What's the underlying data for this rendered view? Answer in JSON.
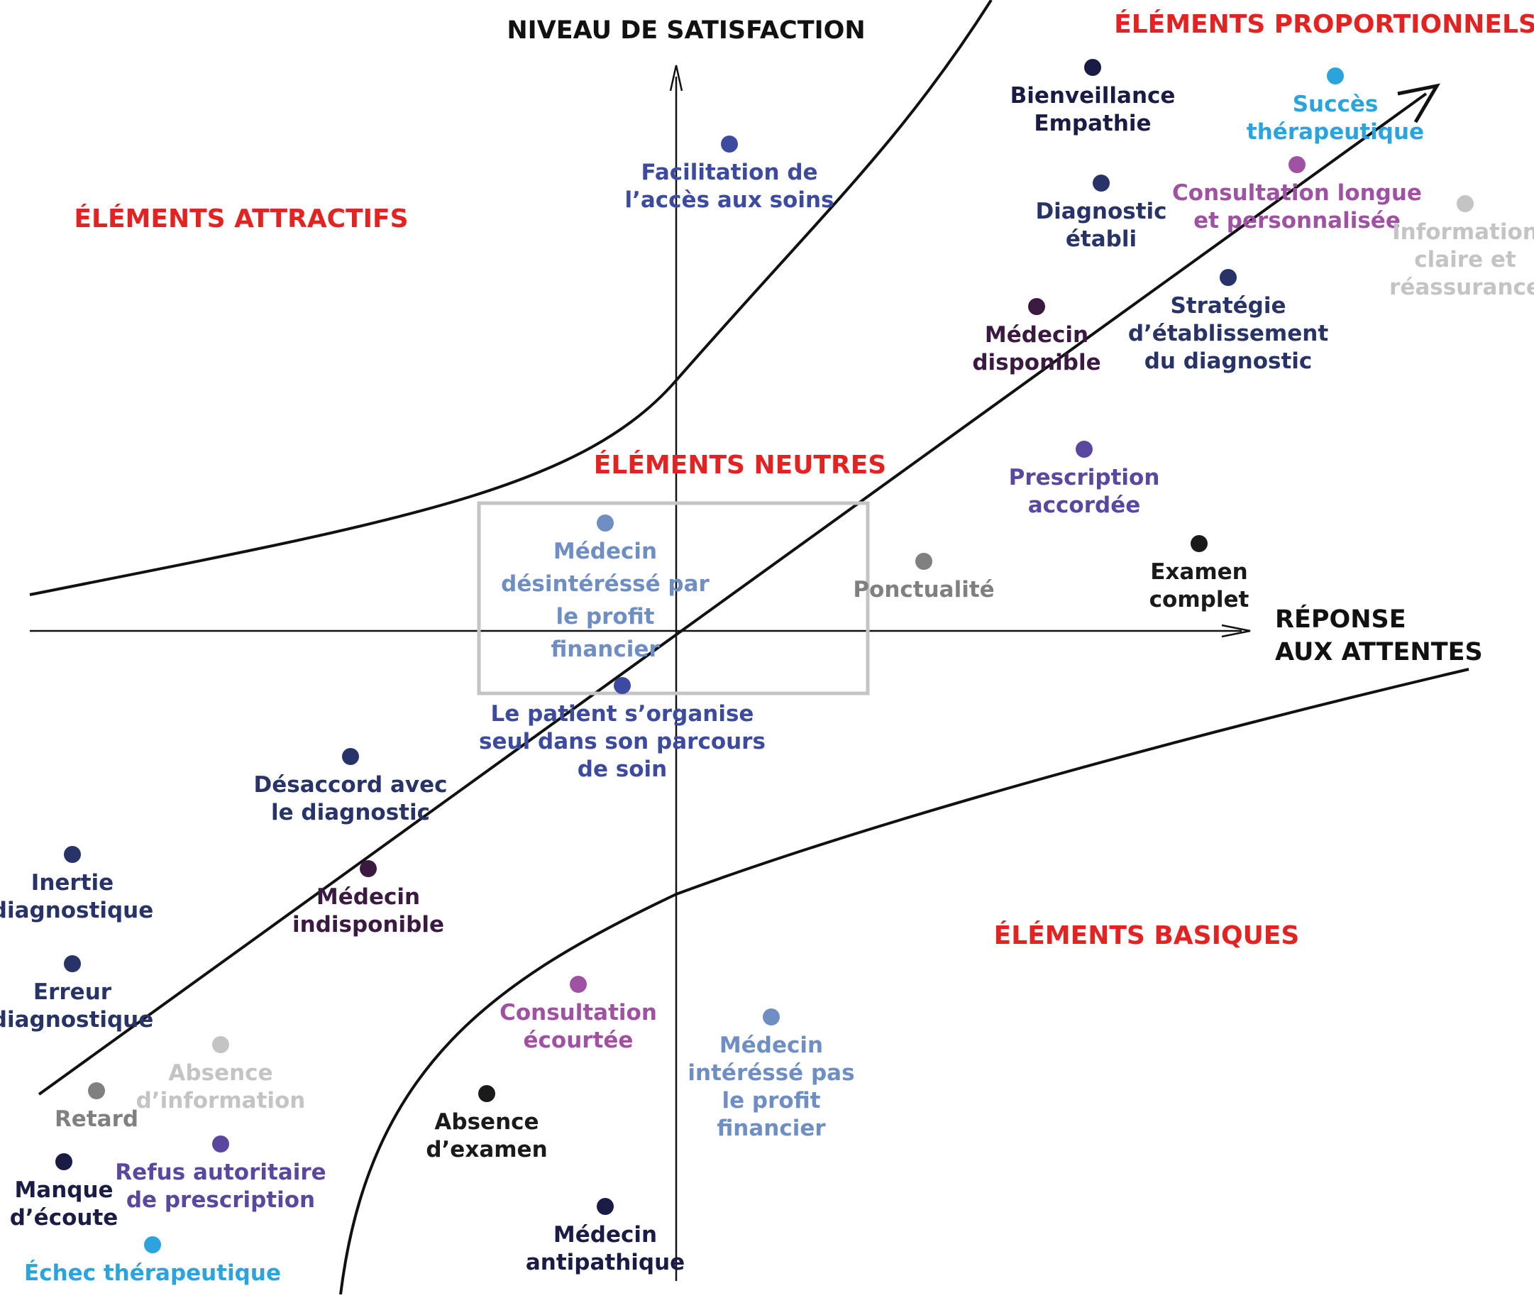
{
  "axes": {
    "y_title": "NIVEAU DE SATISFACTION",
    "x_title": [
      "RÉPONSE",
      "AUX ATTENTES"
    ]
  },
  "zones": {
    "color": "#e32222",
    "attractifs": "ÉLÉMENTS ATTRACTIFS",
    "proportionnels": "ÉLÉMENTS PROPORTIONNELS",
    "neutres": "ÉLÉMENTS NEUTRES",
    "basiques": "ÉLÉMENTS BASIQUES"
  },
  "colors": {
    "curve": "#111111",
    "axis": "#111111",
    "neutral_box": "#c4c4c4"
  },
  "points": [
    {
      "id": "facilitation",
      "lines": [
        "Facilitation de",
        "l’accès aux soins"
      ],
      "color": "#3c4aa0"
    },
    {
      "id": "bienveillance",
      "lines": [
        "Bienveillance",
        "Empathie"
      ],
      "color": "#1b1c45"
    },
    {
      "id": "succes",
      "lines": [
        "Succès",
        "thérapeutique"
      ],
      "color": "#2ba3dc"
    },
    {
      "id": "diagnostic-etabli",
      "lines": [
        "Diagnostic",
        "établi"
      ],
      "color": "#283468"
    },
    {
      "id": "consultation-longue",
      "lines": [
        "Consultation longue",
        "et personnalisée"
      ],
      "color": "#a052a2"
    },
    {
      "id": "information-claire",
      "lines": [
        "Information",
        "claire et",
        "réassurance"
      ],
      "color": "#c4c4c4"
    },
    {
      "id": "medecin-disponible",
      "lines": [
        "Médecin",
        "disponible"
      ],
      "color": "#3a1a40"
    },
    {
      "id": "strategie",
      "lines": [
        "Stratégie",
        "d’établissement",
        "du diagnostic"
      ],
      "color": "#283468"
    },
    {
      "id": "prescription-accordee",
      "lines": [
        "Prescription",
        "accordée"
      ],
      "color": "#5a48a0"
    },
    {
      "id": "examen-complet",
      "lines": [
        "Examen",
        "complet"
      ],
      "color": "#1a1a1a"
    },
    {
      "id": "ponctualite",
      "lines": [
        "Ponctualité"
      ],
      "color": "#808080"
    },
    {
      "id": "medecin-desinteresse",
      "lines": [
        "Médecin",
        "désintéréssé par",
        "le profit",
        "financier"
      ],
      "color": "#6f8fc4"
    },
    {
      "id": "patient-organise",
      "lines": [
        "Le patient s’organise",
        "seul dans son parcours",
        "de soin"
      ],
      "color": "#3c4aa0"
    },
    {
      "id": "desaccord",
      "lines": [
        "Désaccord avec",
        "le diagnostic"
      ],
      "color": "#283468"
    },
    {
      "id": "inertie",
      "lines": [
        "Inertie",
        "diagnostique"
      ],
      "color": "#283468"
    },
    {
      "id": "medecin-indisponible",
      "lines": [
        "Médecin",
        "indisponible"
      ],
      "color": "#3a1a40"
    },
    {
      "id": "erreur",
      "lines": [
        "Erreur",
        "diagnostique"
      ],
      "color": "#283468"
    },
    {
      "id": "absence-information",
      "lines": [
        "Absence",
        "d’information"
      ],
      "color": "#c4c4c4"
    },
    {
      "id": "retard",
      "lines": [
        "Retard"
      ],
      "color": "#808080"
    },
    {
      "id": "refus",
      "lines": [
        "Refus autoritaire",
        "de prescription"
      ],
      "color": "#5a48a0"
    },
    {
      "id": "manque-ecoute",
      "lines": [
        "Manque",
        "d’écoute"
      ],
      "color": "#1b1c45"
    },
    {
      "id": "echec",
      "lines": [
        "Échec thérapeutique"
      ],
      "color": "#2ba3dc"
    },
    {
      "id": "consultation-ecourtee",
      "lines": [
        "Consultation",
        "écourtée"
      ],
      "color": "#a052a2"
    },
    {
      "id": "medecin-interesse",
      "lines": [
        "Médecin",
        "intéréssé pas",
        "le profit",
        "financier"
      ],
      "color": "#6f8fc4"
    },
    {
      "id": "absence-examen",
      "lines": [
        "Absence",
        "d’examen"
      ],
      "color": "#1a1a1a"
    },
    {
      "id": "medecin-antipathique",
      "lines": [
        "Médecin",
        "antipathique"
      ],
      "color": "#1b1c45"
    }
  ]
}
